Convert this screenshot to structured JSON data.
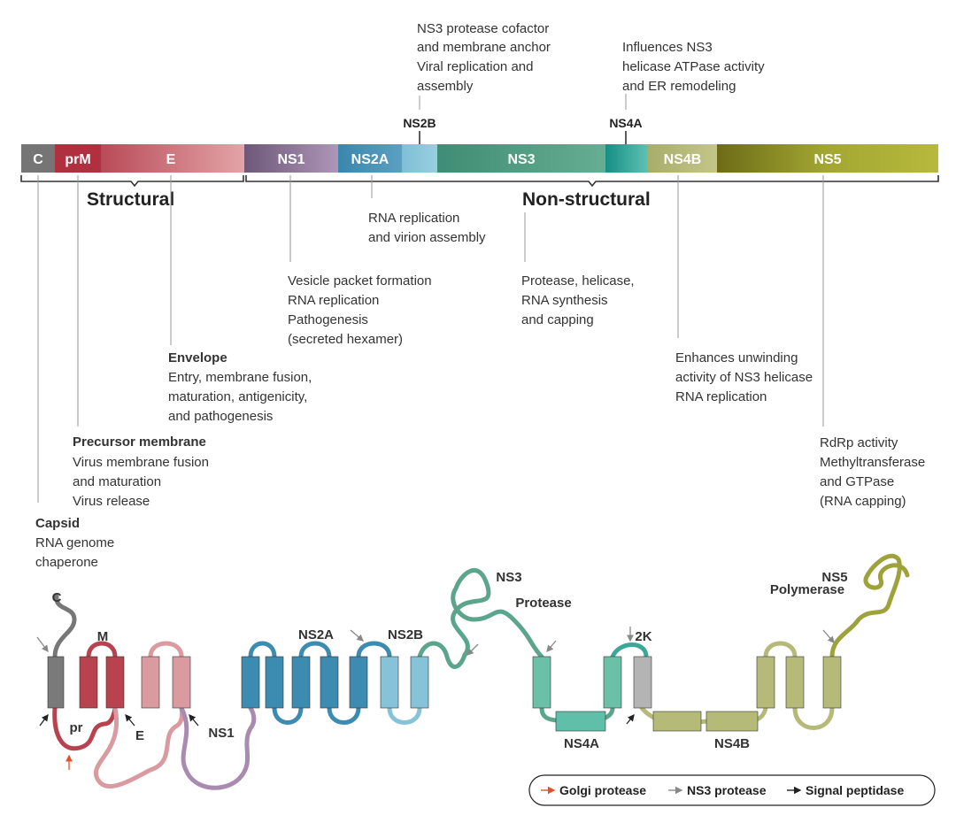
{
  "genome": {
    "segments": [
      {
        "id": "C",
        "label": "C"
      },
      {
        "id": "prM",
        "label": "prM"
      },
      {
        "id": "E",
        "label": "E"
      },
      {
        "id": "NS1",
        "label": "NS1"
      },
      {
        "id": "NS2A",
        "label": "NS2A"
      },
      {
        "id": "NS2B",
        "label": "",
        "tag": "NS2B"
      },
      {
        "id": "NS3",
        "label": "NS3"
      },
      {
        "id": "NS4A",
        "label": "",
        "tag": "NS4A"
      },
      {
        "id": "NS4B",
        "label": "NS4B"
      },
      {
        "id": "NS5",
        "label": "NS5"
      }
    ],
    "groups": {
      "structural": "Structural",
      "nonstructural": "Non-structural"
    }
  },
  "annotations": {
    "ns2b": [
      "NS3 protease cofactor",
      "and membrane anchor",
      "Viral replication and",
      "assembly"
    ],
    "ns4a": [
      "Influences NS3",
      "helicase ATPase activity",
      "and ER remodeling"
    ],
    "ns2a": [
      "RNA replication",
      "and virion assembly"
    ],
    "ns1": [
      "Vesicle packet formation",
      "RNA replication",
      "Pathogenesis",
      "(secreted hexamer)"
    ],
    "ns3": [
      "Protease, helicase,",
      "RNA synthesis",
      "and capping"
    ],
    "envelope": {
      "title": "Envelope",
      "lines": [
        "Entry, membrane fusion,",
        "maturation, antigenicity,",
        "and pathogenesis"
      ]
    },
    "ns4b": [
      "Enhances unwinding",
      "activity of NS3 helicase",
      "RNA replication"
    ],
    "prm": {
      "title": "Precursor membrane",
      "lines": [
        "Virus membrane fusion",
        "and maturation",
        "Virus release"
      ]
    },
    "ns5": [
      "RdRp activity",
      "Methyltransferase",
      "and GTPase",
      "(RNA capping)"
    ],
    "capsid": {
      "title": "Capsid",
      "lines": [
        "RNA genome",
        "chaperone"
      ]
    }
  },
  "topology": {
    "labels": {
      "C": "C",
      "M": "M",
      "pr": "pr",
      "E": "E",
      "NS1": "NS1",
      "NS2A": "NS2A",
      "NS2B": "NS2B",
      "NS3": "NS3",
      "Protease": "Protease",
      "2K": "2K",
      "NS4A": "NS4A",
      "NS4B": "NS4B",
      "NS5": "NS5",
      "Polymerase": "Polymerase"
    }
  },
  "legend": {
    "items": [
      {
        "label": "Golgi protease",
        "color": "#e4502a"
      },
      {
        "label": "NS3 protease",
        "color": "#888888"
      },
      {
        "label": "Signal peptidase",
        "color": "#222222"
      }
    ]
  },
  "colors": {
    "capsid": "#7a7a7a",
    "prm": "#b8424e",
    "envelope": "#d99aa0",
    "ns1": "#a98bb2",
    "ns2a": "#3c8bb0",
    "ns2b": "#86c3d8",
    "ns3": "#5aa58b",
    "ns4a": "#3aa898",
    "ns4b": "#b6ba78",
    "ns5": "#9ea23a",
    "membrane": "#c99e1a"
  }
}
